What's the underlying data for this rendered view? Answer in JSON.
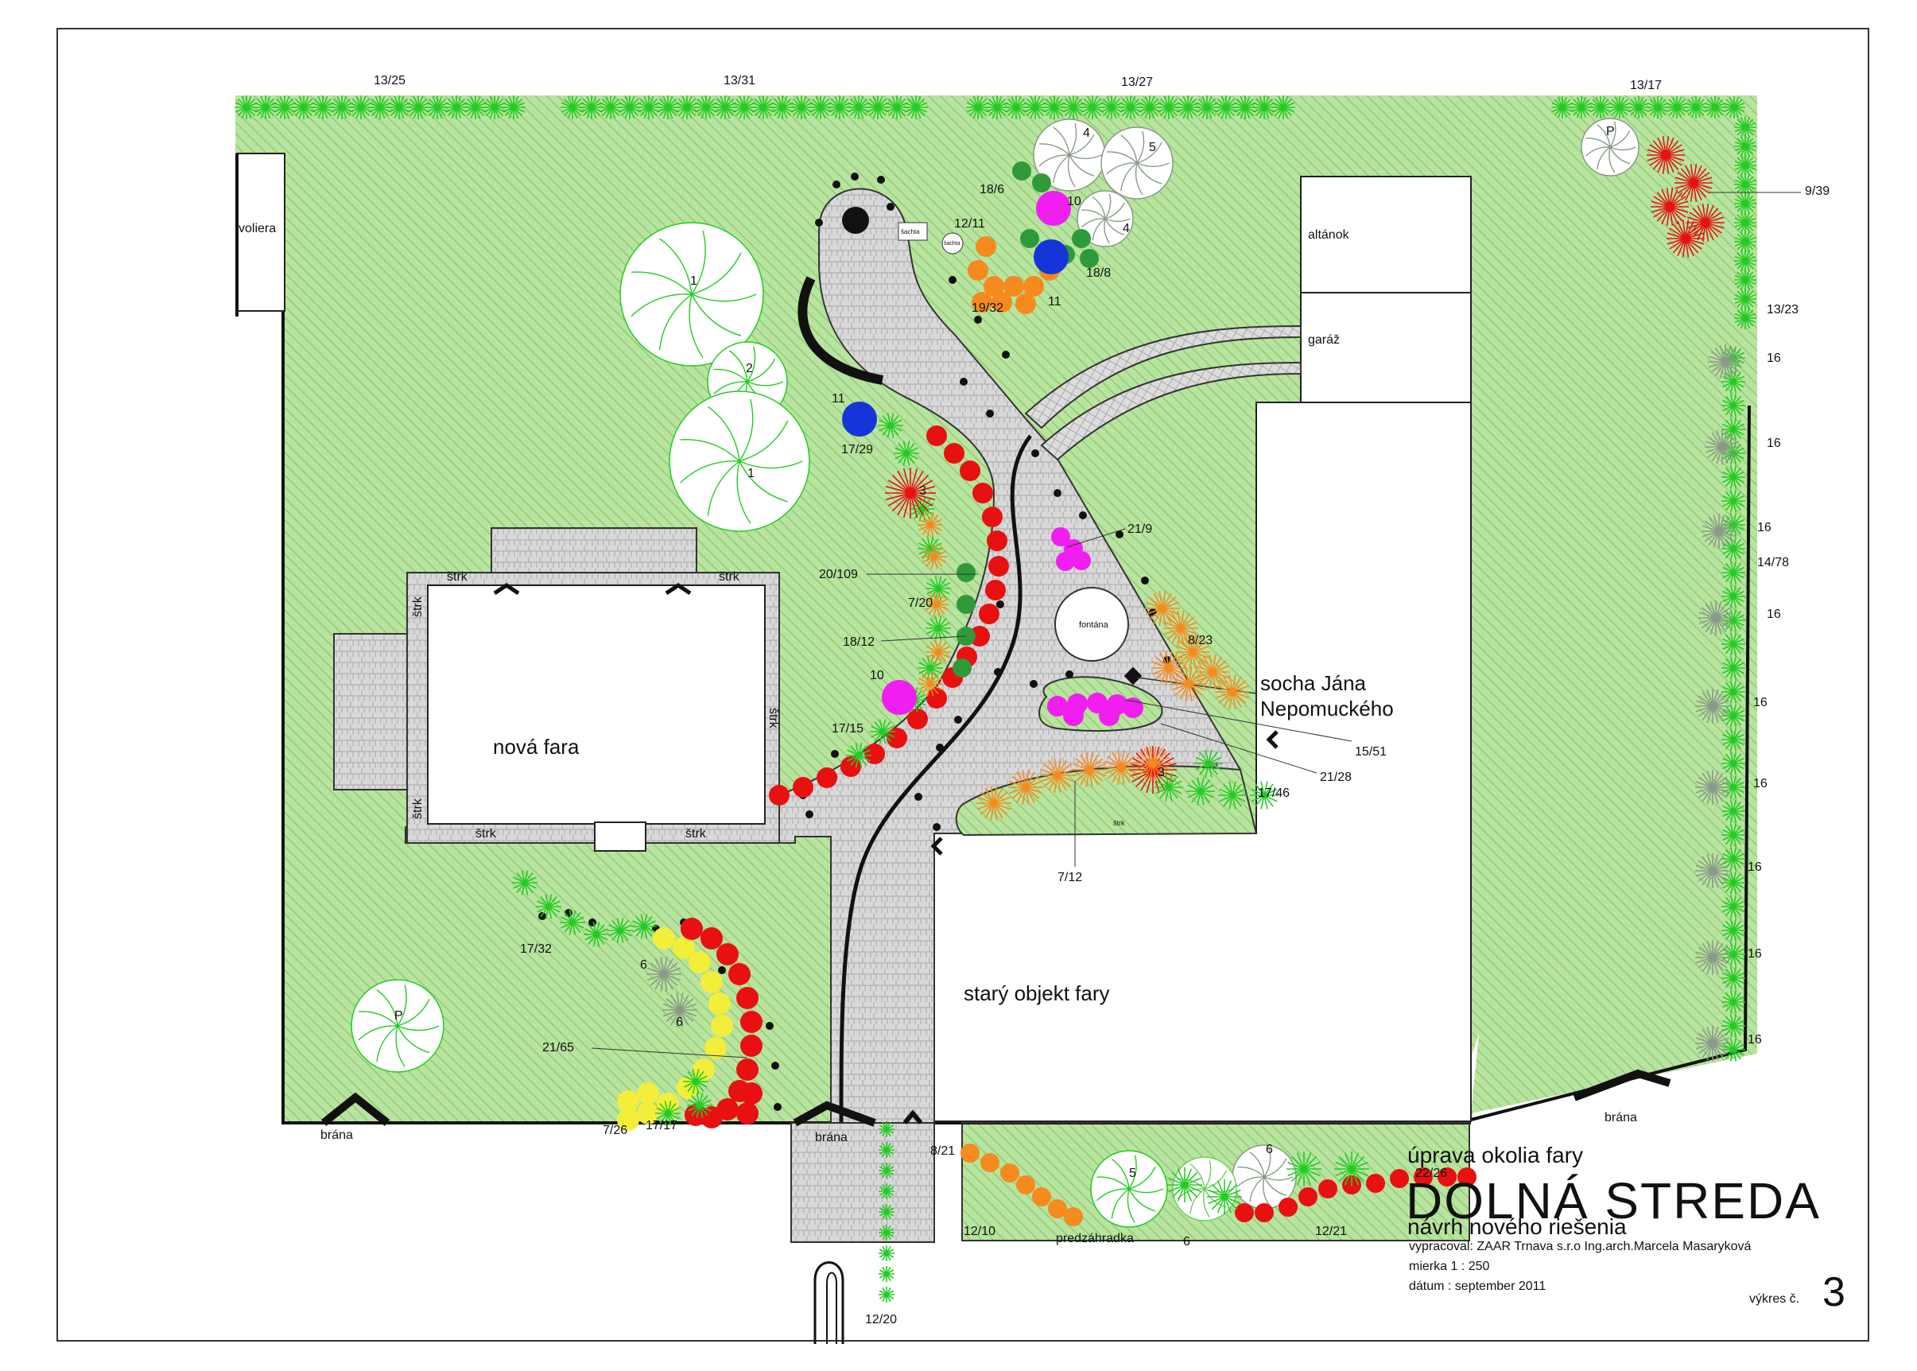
{
  "labels": {
    "plot_13_25": "13/25",
    "plot_13_31": "13/31",
    "plot_13_27": "13/27",
    "plot_13_17": "13/17",
    "plot_9_39": "9/39",
    "plot_13_23": "13/23",
    "plot_14_78": "14/78",
    "voliera": "voliera",
    "altanok": "altánok",
    "garaz": "garáž",
    "nova_fara": "nová fara",
    "stary_objekt": "starý objekt fary",
    "fontana": "fontána",
    "sachta": "šachta",
    "strk": "štrk",
    "socha_line1": "socha Jána",
    "socha_line2": "Nepomuckého",
    "brana": "brána",
    "predzahradka": "predzáhradka",
    "p": "P",
    "label_16": "16",
    "label_1": "1",
    "label_2": "2",
    "label_3": "3",
    "label_4": "4",
    "label_5": "5",
    "label_6": "6",
    "label_10": "10",
    "label_11": "11",
    "l_18_6": "18/6",
    "l_12_11": "12/11",
    "l_19_32": "19/32",
    "l_18_8": "18/8",
    "l_17_29": "17/29",
    "l_20_109": "20/109",
    "l_7_20": "7/20",
    "l_18_12": "18/12",
    "l_17_15": "17/15",
    "l_21_9": "21/9",
    "l_8_23": "8/23",
    "l_15_51": "15/51",
    "l_21_28": "21/28",
    "l_17_46": "17/46",
    "l_7_12": "7/12",
    "l_17_32": "17/32",
    "l_21_65": "21/65",
    "l_7_26": "7/26",
    "l_17_17": "17/17",
    "l_8_21": "8/21",
    "l_12_10": "12/10",
    "l_12_21": "12/21",
    "l_22_26": "22/26",
    "l_12_20": "12/20"
  },
  "title": {
    "line1": "úprava okolia fary",
    "line2": "DOLNÁ  STREDA",
    "line3": "návrh nového riešenia",
    "author": "vypracoval: ZAAR Trnava s.r.o Ing.arch.Marcela Masaryková",
    "scale": "mierka 1 : 250",
    "date": "dátum : september 2011",
    "sheet_label": "výkres č.",
    "sheet_number": "3"
  },
  "colors": {
    "lawn": "#a8d88a",
    "hatch": "#7cc35c",
    "paving": "#d2d2d2",
    "shrub_green": "#22cc22",
    "red": "#e81010",
    "orange": "#f58a1e",
    "yellow": "#f2ee3a",
    "magenta": "#f01ef0",
    "blue": "#1535d8"
  }
}
